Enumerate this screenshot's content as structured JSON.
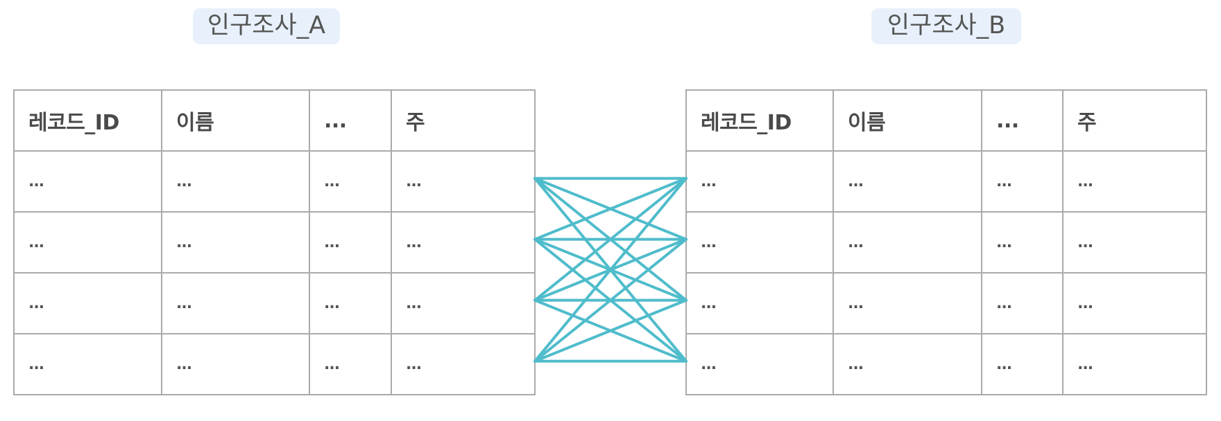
{
  "datasets": [
    {
      "label": "인구조사_A",
      "columns": [
        "레코드_ID",
        "이름",
        "...",
        "주"
      ],
      "rows": [
        [
          "...",
          "...",
          "...",
          "..."
        ],
        [
          "...",
          "...",
          "...",
          "..."
        ],
        [
          "...",
          "...",
          "...",
          "..."
        ],
        [
          "...",
          "...",
          "...",
          "..."
        ]
      ]
    },
    {
      "label": "인구조사_B",
      "columns": [
        "레코드_ID",
        "이름",
        "...",
        "주"
      ],
      "rows": [
        [
          "...",
          "...",
          "...",
          "..."
        ],
        [
          "...",
          "...",
          "...",
          "..."
        ],
        [
          "...",
          "...",
          "...",
          "..."
        ],
        [
          "...",
          "...",
          "...",
          "..."
        ]
      ]
    }
  ],
  "link_color": "#4fbccb",
  "links": "every row of 인구조사_A connects to every row of 인구조사_B"
}
